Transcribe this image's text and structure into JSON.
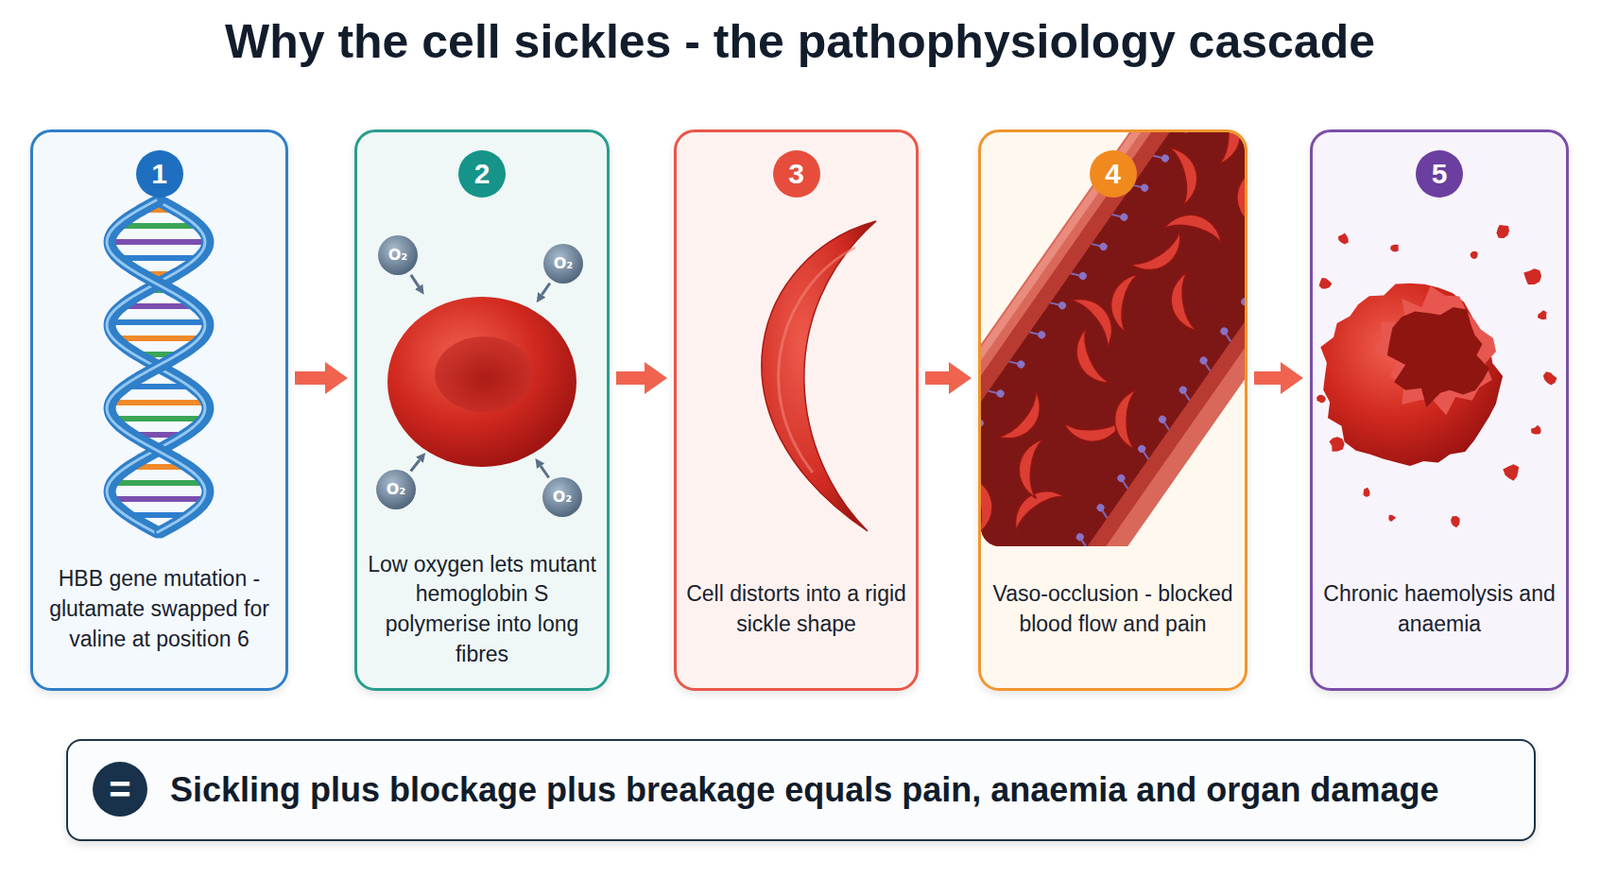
{
  "diagram": {
    "title": "Why the cell sickles - the pathophysiology cascade",
    "nodes": [
      {
        "text": [
          "HBB gene mutation - glutamate swapped for valine at position 6"
        ]
      },
      {
        "text": [
          "1"
        ],
        "in": 0
      },
      {
        "text": [
          "Low oxygen lets mutant hemoglobin S polymerise into long fibres"
        ]
      },
      {
        "text": [
          "2"
        ],
        "in": 2
      },
      {
        "text": [
          "Cell distorts into a rigid sickle shape"
        ]
      },
      {
        "text": [
          "3"
        ],
        "in": 4
      },
      {
        "text": [
          "Vaso-occlusion - blocked blood flow and pain"
        ]
      },
      {
        "text": [
          "4"
        ],
        "in": 6
      },
      {
        "text": [
          "Chronic haemolysis and anaemia"
        ]
      },
      {
        "text": [
          "5"
        ],
        "in": 8
      },
      {
        "text": [
          "Sickling plus blockage plus breakage equals pain, anaemia and organ damage"
        ]
      },
      {
        "text": [
          "="
        ],
        "in": 10
      }
    ],
    "edges": [
      {
        "from": 0,
        "to": 2,
        "arrow": "to"
      },
      {
        "from": 2,
        "to": 4,
        "arrow": "to"
      },
      {
        "from": 4,
        "to": 6,
        "arrow": "to"
      },
      {
        "from": 6,
        "to": 8,
        "arrow": "to"
      }
    ],
    "labels": [
      "O₂",
      "O₂",
      "O₂",
      "O₂"
    ]
  }
}
